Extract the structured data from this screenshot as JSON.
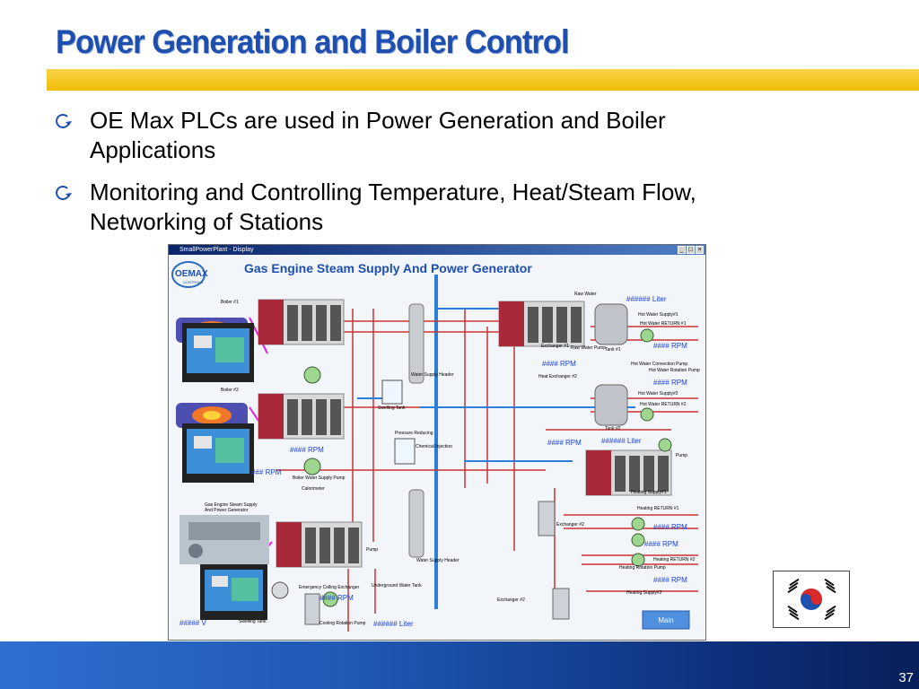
{
  "slide": {
    "title": "Power Generation and Boiler Control",
    "bullets": [
      {
        "line1": "OE Max PLCs are used in Power Generation and Boiler",
        "line2": "Applications"
      },
      {
        "line1": "Monitoring and Controlling Temperature, Heat/Steam Flow,",
        "line2": "Networking of Stations"
      }
    ],
    "page_number": "37"
  },
  "screenshot": {
    "window_title": "SmallPowerPlant - Display",
    "heading": "Gas Engine Steam Supply And Power Generator",
    "logo_main": "OEMAX",
    "logo_sub": "CONTROLS",
    "main_button": "Main",
    "labels": {
      "boiler1": "Boiler #1",
      "boiler2": "Boiler #2",
      "gas_engine_1": "Gas Engine Steam Supply",
      "gas_engine_2": "And Power Generator",
      "swelling_tank": "Swelling Tank",
      "water_supply_header": "Water Supply Header",
      "pressure_reducing": "Pressure Reducing",
      "chemical_injection": "Chemical Injection",
      "boiler_water_supply_pump": "Boiler Water Supply Pump",
      "calorimeter": "Calorimeter",
      "water_supply_header2": "Water Supply Header",
      "emergency_cooling_exchanger": "Emergency Colling Exchanger",
      "underground_water_tank": "Underground Water Tank",
      "cooling_rotation_pump": "Cooling Rotation Pump",
      "swelling_tank2": "Swelling Tank",
      "raw_water": "Raw Water",
      "raw_water_pump": "Raw Water Pump",
      "exchanger1": "Exchanger #1",
      "tank1": "Tank #1",
      "tank2": "Tank #2",
      "heat_exchanger2": "Heat Exchanger #2",
      "hot_water_supply1": "Hot Water Supply#1",
      "hot_water_return1": "Hot Water RETURN #1",
      "hot_water_supply2": "Hot Water Supply#2",
      "hot_water_return2": "Hot Water RETURN #2",
      "hot_water_convection_pump": "Hot Water Convection Pump",
      "hot_water_rotation_pump": "Hot Water Rotation Pump",
      "pump": "Pump",
      "heating_supply1": "Heating Supply#1",
      "heating_return1": "Heating RETURN #1",
      "heating_return2": "Heating RETURN #2",
      "heating_rotation_pump": "Heating Rotation Pump",
      "heating_supply2": "Heating Supply#2",
      "exchanger_2a": "Exchanger #2",
      "exchanger_2b": "Exchanger #2",
      "pump_small": "Pump"
    },
    "readouts": {
      "liter_top": "###### Liter",
      "rpm_hw1": "#### RPM",
      "rpm_ex1": "#### RPM",
      "rpm_hw2": "#### RPM",
      "rpm_mid": "#### RPM",
      "liter_mid": "###### Liter",
      "rpm_boiler": "#### RPM",
      "rpm_left": "### RPM",
      "rpm_h1": "#### RPM",
      "rpm_h2": "#### RPM",
      "rpm_h3": "#### RPM",
      "rpm_cool": "#### RPM",
      "liter_bottom": "###### Liter",
      "volt": "#####  V"
    }
  }
}
